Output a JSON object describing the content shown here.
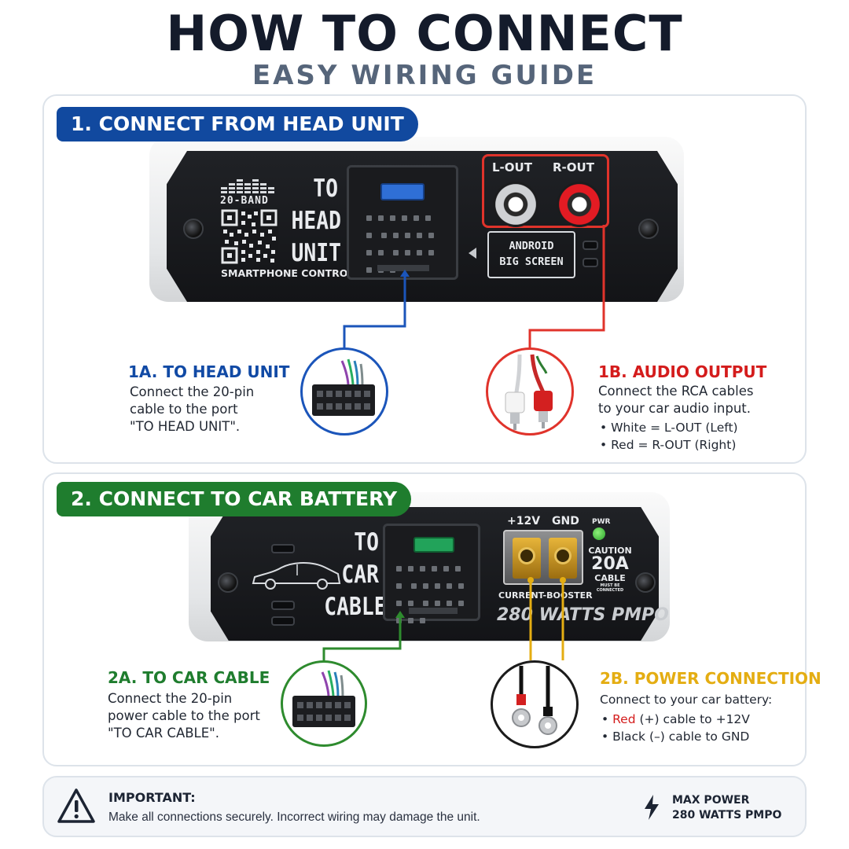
{
  "header": {
    "title": "HOW TO CONNECT",
    "subtitle": "EASY WIRING GUIDE"
  },
  "section1": {
    "pill": "1. CONNECT FROM HEAD UNIT",
    "device": {
      "eq_label": "20-BAND",
      "qr_caption": "SMARTPHONE CONTROL",
      "port_label_lines": [
        "TO",
        "HEAD",
        "UNIT"
      ],
      "rca_left": "L-OUT",
      "rca_right": "R-OUT",
      "android_line1": "ANDROID",
      "android_line2": "BIG SCREEN"
    },
    "a": {
      "heading": "1A. TO HEAD UNIT",
      "lines": [
        "Connect the 20-pin",
        "cable to the port",
        "\"TO HEAD UNIT\"."
      ]
    },
    "b": {
      "heading": "1B. AUDIO OUTPUT",
      "lines": [
        "Connect the RCA cables",
        "to your car audio input."
      ],
      "bullets": [
        "White = L-OUT (Left)",
        "Red = R-OUT (Right)"
      ]
    }
  },
  "section2": {
    "pill": "2. CONNECT TO CAR BATTERY",
    "device": {
      "port_label_lines": [
        "TO",
        "CAR",
        "CABLE"
      ],
      "plus": "+12V",
      "gnd": "GND",
      "pwr": "PWR",
      "caution": "CAUTION",
      "amps": "20A",
      "cable": "CABLE",
      "must": "MUST BE CONNECTED",
      "booster": "CURRENT-BOOSTER",
      "power": "280 WATTS PMPO"
    },
    "a": {
      "heading": "2A. TO CAR CABLE",
      "lines": [
        "Connect the 20-pin",
        "power cable to the port",
        "\"TO CAR CABLE\"."
      ]
    },
    "b": {
      "heading": "2B. POWER CONNECTION",
      "lines": [
        "Connect to your car battery:"
      ],
      "bullet1_red": "Red",
      "bullet1_rest": " (+) cable to +12V",
      "bullet2": "Black (–) cable to GND"
    }
  },
  "footer": {
    "important_title": "IMPORTANT:",
    "important_text": "Make all connections securely. Incorrect wiring may damage the unit.",
    "max_label": "MAX POWER",
    "max_value": "280 WATTS PMPO"
  },
  "colors": {
    "blue": "#11499f",
    "green": "#1f7d2e",
    "red": "#d41c1c",
    "yellow": "#e4ad12"
  },
  "icons": [
    "warning-icon",
    "lightning-icon",
    "car-icon",
    "qr-code-icon",
    "equalizer-icon"
  ]
}
